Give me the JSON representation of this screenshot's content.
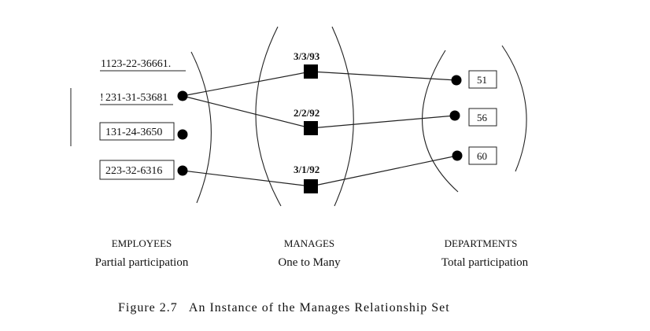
{
  "employees": [
    {
      "ssn": "1123-22-36661.",
      "linked": false
    },
    {
      "ssn": "231-31-53681",
      "prefix": "!",
      "linked": true
    },
    {
      "ssn": "131-24-3650",
      "linked": false
    },
    {
      "ssn": "223-32-6316",
      "linked": true
    }
  ],
  "manages": [
    {
      "since": "3/3/93"
    },
    {
      "since": "2/2/92"
    },
    {
      "since": "3/1/92"
    }
  ],
  "departments": [
    {
      "did": "51"
    },
    {
      "did": "56"
    },
    {
      "did": "60"
    }
  ],
  "sets": {
    "employees": {
      "title": "EMPLOYEES",
      "desc": "Partial participation"
    },
    "manages": {
      "title": "MANAGES",
      "desc": "One to Many"
    },
    "departments": {
      "title": "DEPARTMENTS",
      "desc": "Total participation"
    }
  },
  "caption": "Figure 2.7   An Instance of the Manages Relationship Set"
}
